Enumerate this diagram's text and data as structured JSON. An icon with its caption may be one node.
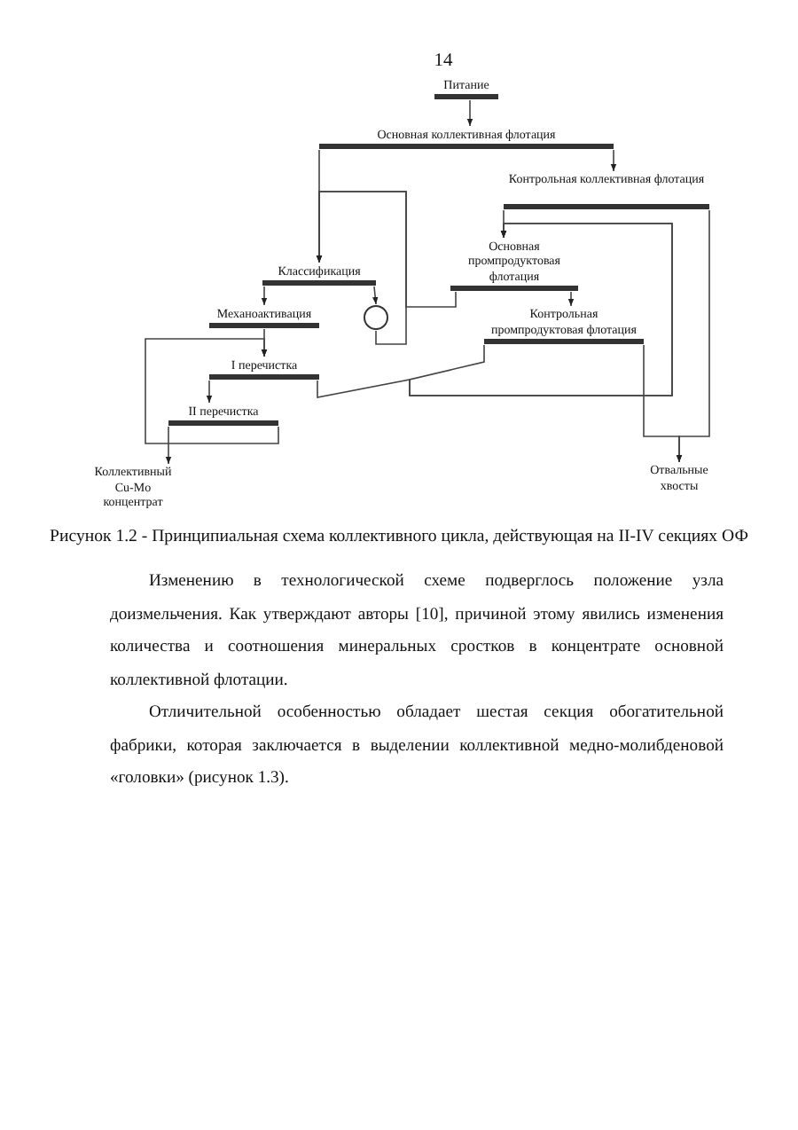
{
  "diagram": {
    "caption": "Рисунок 1.2 - Принципиальная схема коллективного цикла, действующая на II-IV секциях ОФ",
    "nodes": [
      {
        "text": [
          "Питание"
        ]
      },
      {
        "text": [
          "Основная коллективная флотация"
        ]
      },
      {
        "text": [
          "Контрольная коллективная флотация"
        ]
      },
      {
        "text": [
          "Основная промпродуктовая флотация"
        ]
      },
      {
        "text": [
          "Классификация"
        ]
      },
      {
        "text": [
          "Механоактивация"
        ]
      },
      {
        "text": [],
        "shape": "circle"
      },
      {
        "text": [
          "Контрольная промпродуктовая флотация"
        ]
      },
      {
        "text": [
          "I перечистка"
        ]
      },
      {
        "text": [
          "II перечистка"
        ]
      },
      {
        "text": [
          "Коллективный Cu-Mo концентрат"
        ]
      },
      {
        "text": [
          "Отвальные хвосты"
        ]
      }
    ],
    "edges": [
      {
        "from": 0,
        "to": 1,
        "arrow": "to"
      },
      {
        "from": 1,
        "to": 2,
        "arrow": "to"
      },
      {
        "from": 1,
        "to": 4,
        "arrow": "to"
      },
      {
        "from": 2,
        "to": 3,
        "arrow": "to"
      },
      {
        "from": 2,
        "to": 11,
        "arrow": "to"
      },
      {
        "from": 3,
        "to": 7,
        "arrow": "to"
      },
      {
        "from": 3,
        "to": 4,
        "arrow": "to"
      },
      {
        "from": 4,
        "to": 5,
        "arrow": "to"
      },
      {
        "from": 4,
        "to": 6,
        "arrow": "to"
      },
      {
        "from": 6,
        "to": 4,
        "arrow": "to"
      },
      {
        "from": 5,
        "to": 8,
        "arrow": "to"
      },
      {
        "from": 8,
        "to": 9,
        "arrow": "to"
      },
      {
        "from": 8,
        "to": 3,
        "arrow": "to"
      },
      {
        "from": 7,
        "to": 3,
        "arrow": "to"
      },
      {
        "from": 7,
        "to": 11,
        "arrow": "to"
      },
      {
        "from": 9,
        "to": 10,
        "arrow": "to"
      },
      {
        "from": 9,
        "to": 8,
        "arrow": "to"
      }
    ],
    "labels": [
      "14",
      "Изменению в технологической схеме подверглось положение узла доизмельчения. Как утверждают авторы [10], причиной этому явились изменения количества и соотношения минеральных сростков в концентрате основной коллективной флотации.",
      "Отличительной особенностью обладает шестая секция обогатительной фабрики, которая заключается в выделении коллективной медно-молибденовой «головки» (рисунок 1.3)."
    ]
  }
}
